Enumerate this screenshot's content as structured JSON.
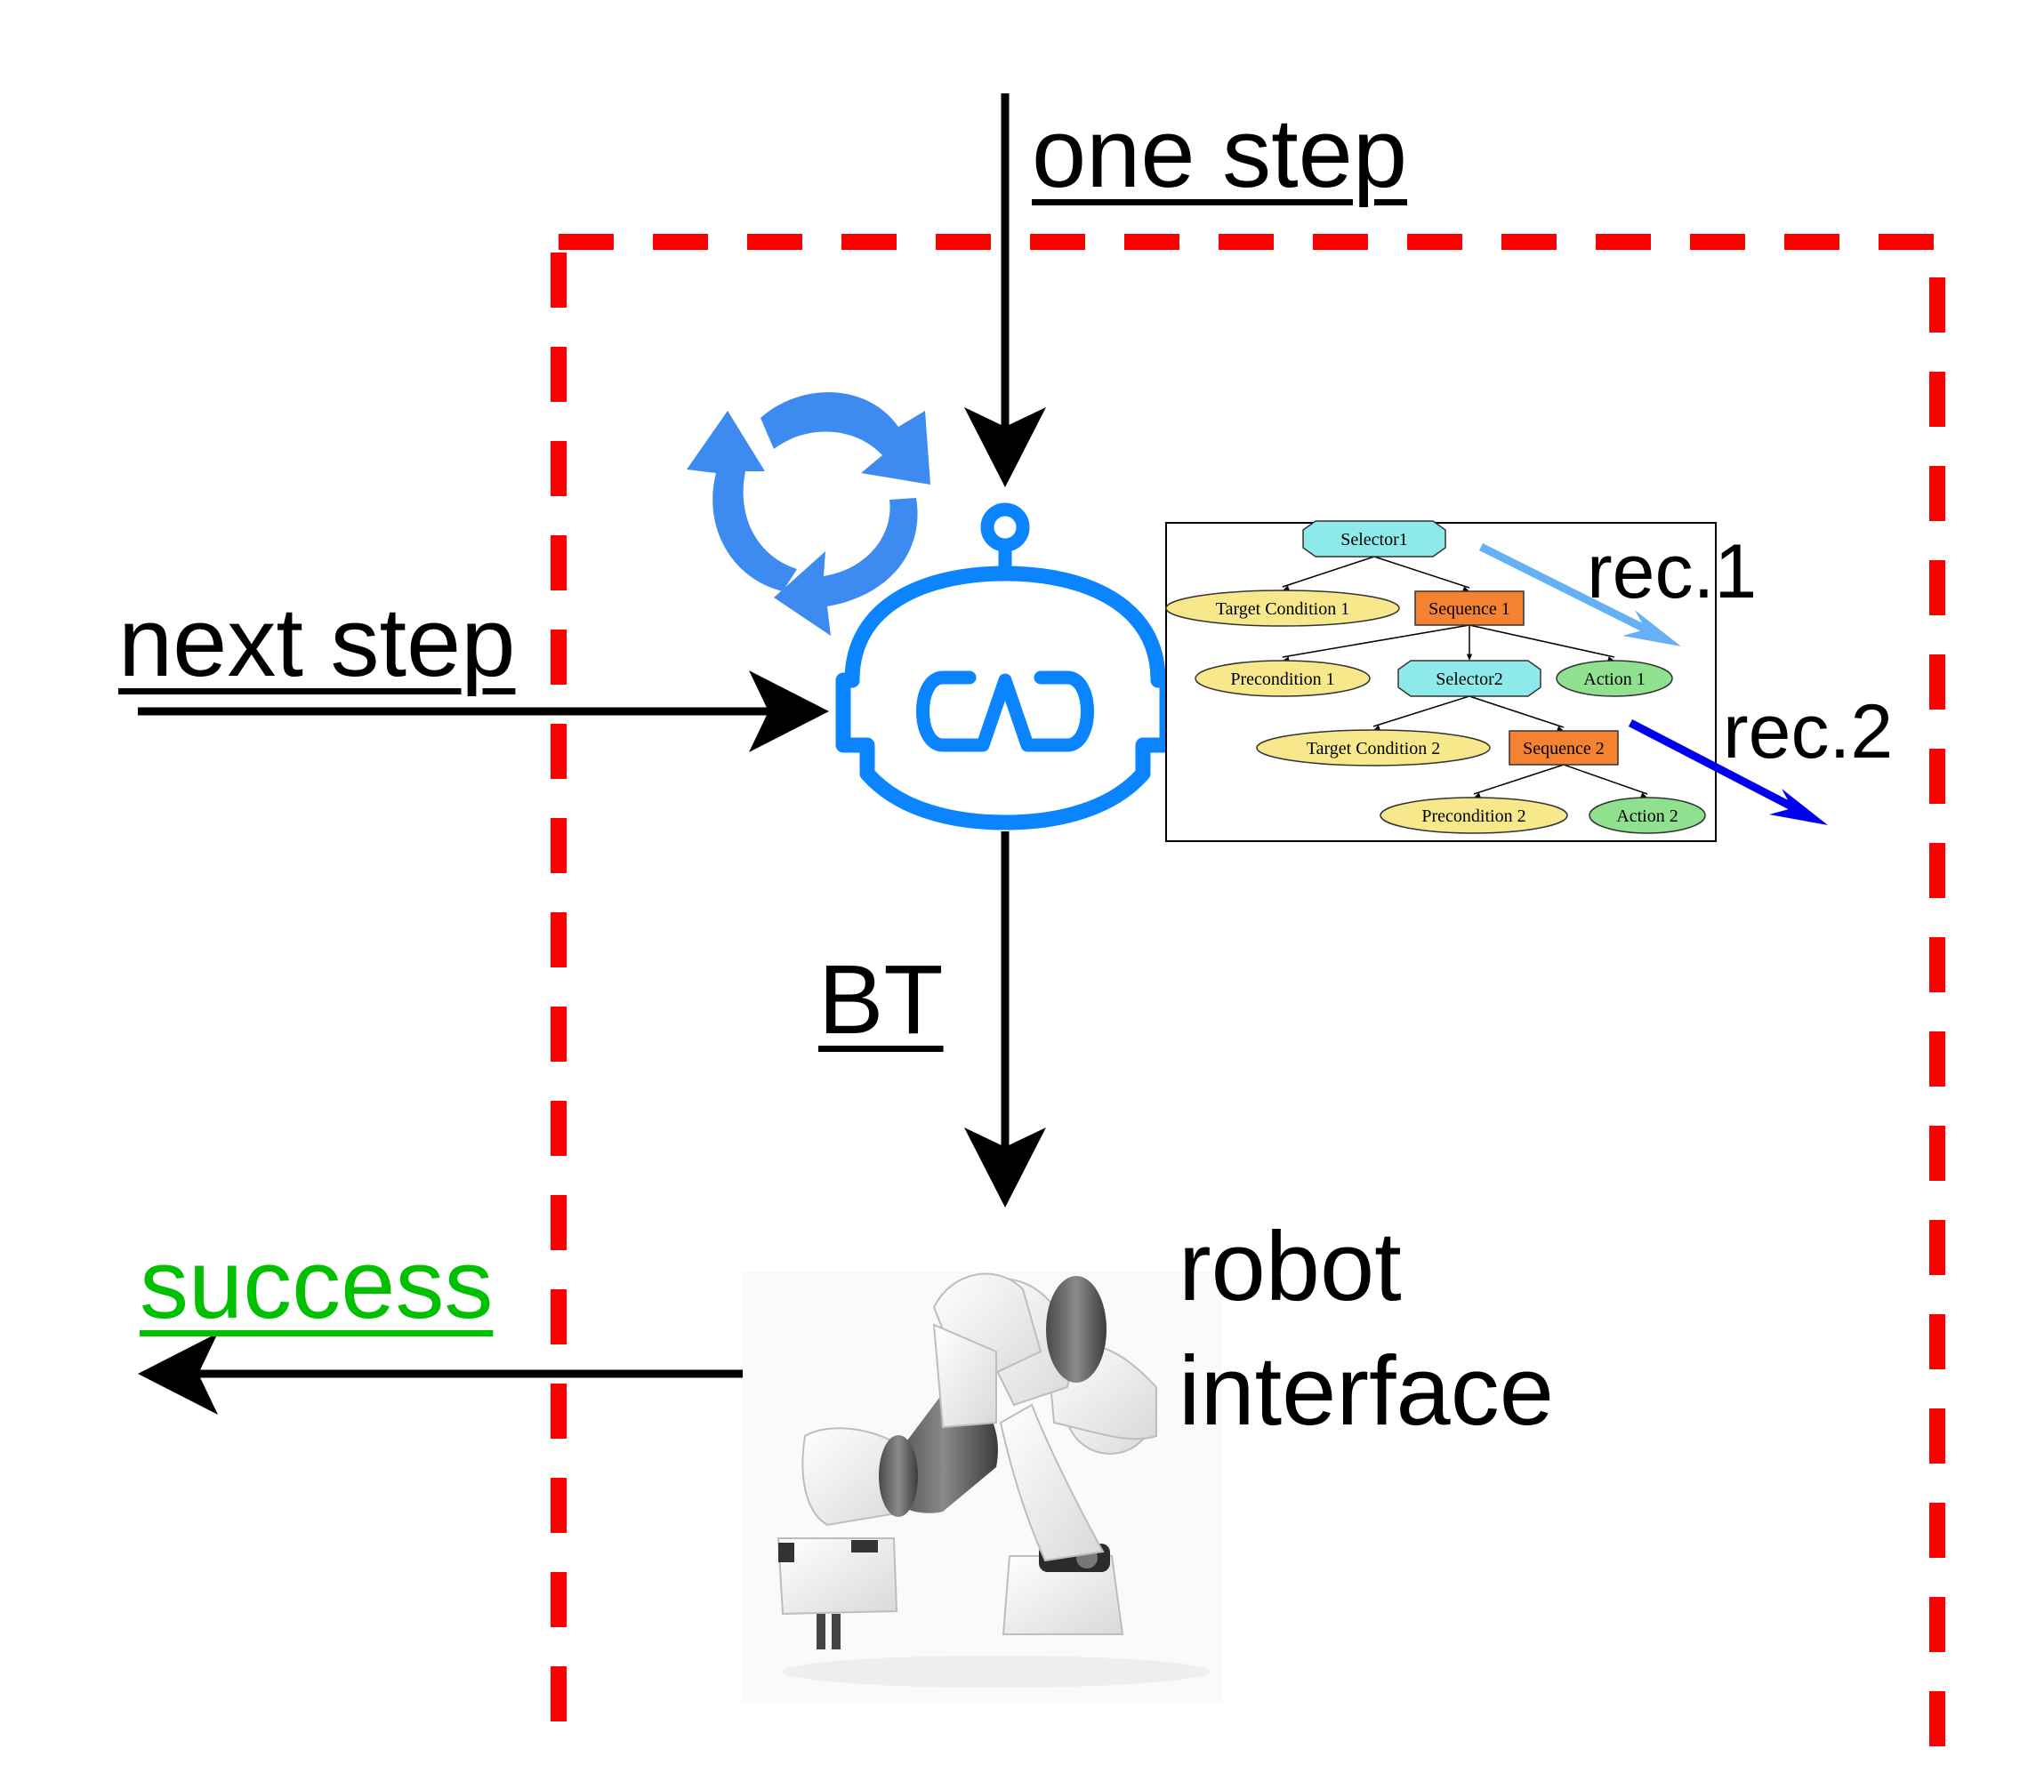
{
  "labels": {
    "one_step": "one step",
    "next_step": "next step",
    "bt": "BT",
    "success": "success",
    "robot_interface_line1": "robot",
    "robot_interface_line2": "interface",
    "rec1": "rec.1",
    "rec2": "rec.2"
  },
  "behavior_tree": {
    "nodes": [
      {
        "id": "selector1",
        "label": "Selector1",
        "shape": "octagon",
        "color": "#8eeaea"
      },
      {
        "id": "target_condition_1",
        "label": "Target Condition 1",
        "shape": "ellipse",
        "color": "#f7e98b"
      },
      {
        "id": "sequence_1",
        "label": "Sequence 1",
        "shape": "box",
        "color": "#f58231"
      },
      {
        "id": "precondition_1",
        "label": "Precondition 1",
        "shape": "ellipse",
        "color": "#f7e98b"
      },
      {
        "id": "selector2",
        "label": "Selector2",
        "shape": "octagon",
        "color": "#8eeaea"
      },
      {
        "id": "action_1",
        "label": "Action 1",
        "shape": "ellipse",
        "color": "#8fe18f"
      },
      {
        "id": "target_condition_2",
        "label": "Target Condition 2",
        "shape": "ellipse",
        "color": "#f7e98b"
      },
      {
        "id": "sequence_2",
        "label": "Sequence 2",
        "shape": "box",
        "color": "#f58231"
      },
      {
        "id": "precondition_2",
        "label": "Precondition 2",
        "shape": "ellipse",
        "color": "#f7e98b"
      },
      {
        "id": "action_2",
        "label": "Action 2",
        "shape": "ellipse",
        "color": "#8fe18f"
      }
    ],
    "edges": [
      [
        "selector1",
        "target_condition_1"
      ],
      [
        "selector1",
        "sequence_1"
      ],
      [
        "sequence_1",
        "precondition_1"
      ],
      [
        "sequence_1",
        "selector2"
      ],
      [
        "sequence_1",
        "action_1"
      ],
      [
        "selector2",
        "target_condition_2"
      ],
      [
        "selector2",
        "sequence_2"
      ],
      [
        "sequence_2",
        "precondition_2"
      ],
      [
        "sequence_2",
        "action_2"
      ]
    ]
  },
  "colors": {
    "boundary": "#ff0000",
    "arrows": "#000000",
    "robot_icon": "#0a84ff",
    "cycle_icon": "#3d8af0",
    "rec1_arrow": "#66b0f5",
    "rec2_arrow": "#0000ee",
    "success_text": "#00c000"
  },
  "icons": [
    "llm-robot-icon",
    "refresh-cycle-icon",
    "robot-arm-image"
  ]
}
